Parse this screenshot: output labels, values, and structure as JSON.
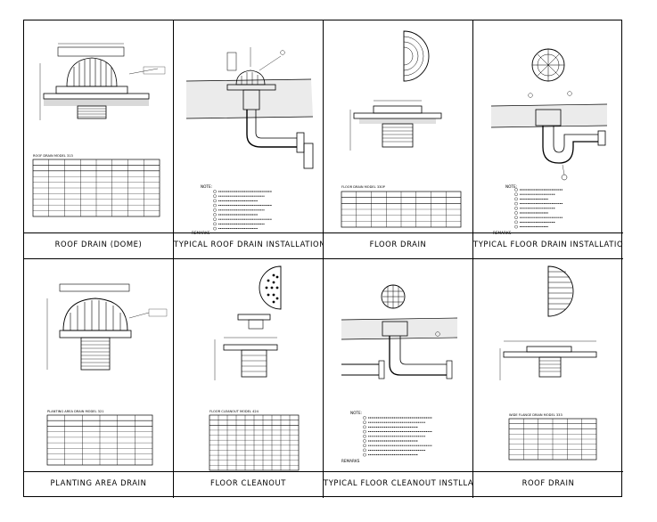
{
  "drawings": [
    {
      "id": "roof-drain-dome",
      "caption": "ROOF DRAIN (DOME)",
      "table_title": "ROOF DRAIN MODEL 313"
    },
    {
      "id": "typical-roof-drain-installation",
      "caption": "TYPICAL ROOF DRAIN INSTALLATION",
      "notes_heading": "NOTE:",
      "remarks_heading": "REMARKS"
    },
    {
      "id": "floor-drain",
      "caption": "FLOOR DRAIN",
      "table_title": "FLOOR DRAIN MODEL 330P"
    },
    {
      "id": "typical-floor-drain-installation",
      "caption": "TYPICAL FLOOR DRAIN INSTALLATION",
      "notes_heading": "NOTE:",
      "remarks_heading": "REMARKS"
    },
    {
      "id": "planting-area-drain",
      "caption": "PLANTING AREA DRAIN",
      "table_title": "PLANTING AREA DRAIN MODEL 321"
    },
    {
      "id": "floor-cleanout",
      "caption": "FLOOR CLEANOUT",
      "table_title": "FLOOR CLEANOUT MODEL 424"
    },
    {
      "id": "typical-floor-cleanout-installation",
      "caption": "TYPICAL FLOOR CLEANOUT INSTLLATION",
      "notes_heading": "NOTE:",
      "remarks_heading": "REMARKS"
    },
    {
      "id": "roof-drain",
      "caption": "ROOF DRAIN",
      "table_title": "WIDE FLANGE DRAIN MODEL 333"
    }
  ],
  "style": {
    "line": "#000000",
    "hatch": "#000000",
    "background": "#ffffff"
  }
}
